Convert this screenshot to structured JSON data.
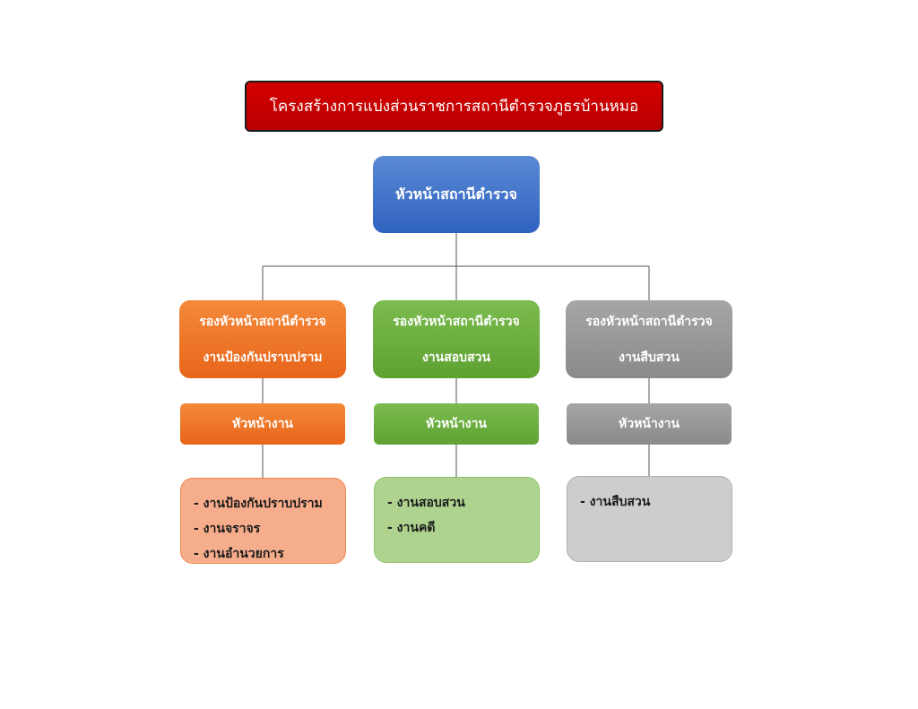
{
  "title": "โครงสร้างการแบ่งส่วนราชการสถานีตำรวจภูธรบ้านหมอ",
  "chief": "หัวหน้าสถานีตำรวจ",
  "branches": [
    {
      "deputy_line1": "รองหัวหน้าสถานีตำรวจ",
      "deputy_line2": "งานป้องกันปราบปราม",
      "head": "หัวหน้างาน",
      "tasks": [
        "- งานป้องกันปราบปราม",
        "- งานจราจร",
        "- งานอำนวยการ"
      ],
      "color": "#ed7d31"
    },
    {
      "deputy_line1": "รองหัวหน้าสถานีตำรวจ",
      "deputy_line2": "งานสอบสวน",
      "head": "หัวหน้างาน",
      "tasks": [
        "- งานสอบสวน",
        "- งานคดี"
      ],
      "color": "#70ad47"
    },
    {
      "deputy_line1": "รองหัวหน้าสถานีตำรวจ",
      "deputy_line2": "งานสืบสวน",
      "head": "หัวหน้างาน",
      "tasks": [
        "- งานสืบสวน"
      ],
      "color": "#a5a5a5"
    }
  ],
  "colors": {
    "title": "#c00000",
    "chief": "#4472c4"
  }
}
